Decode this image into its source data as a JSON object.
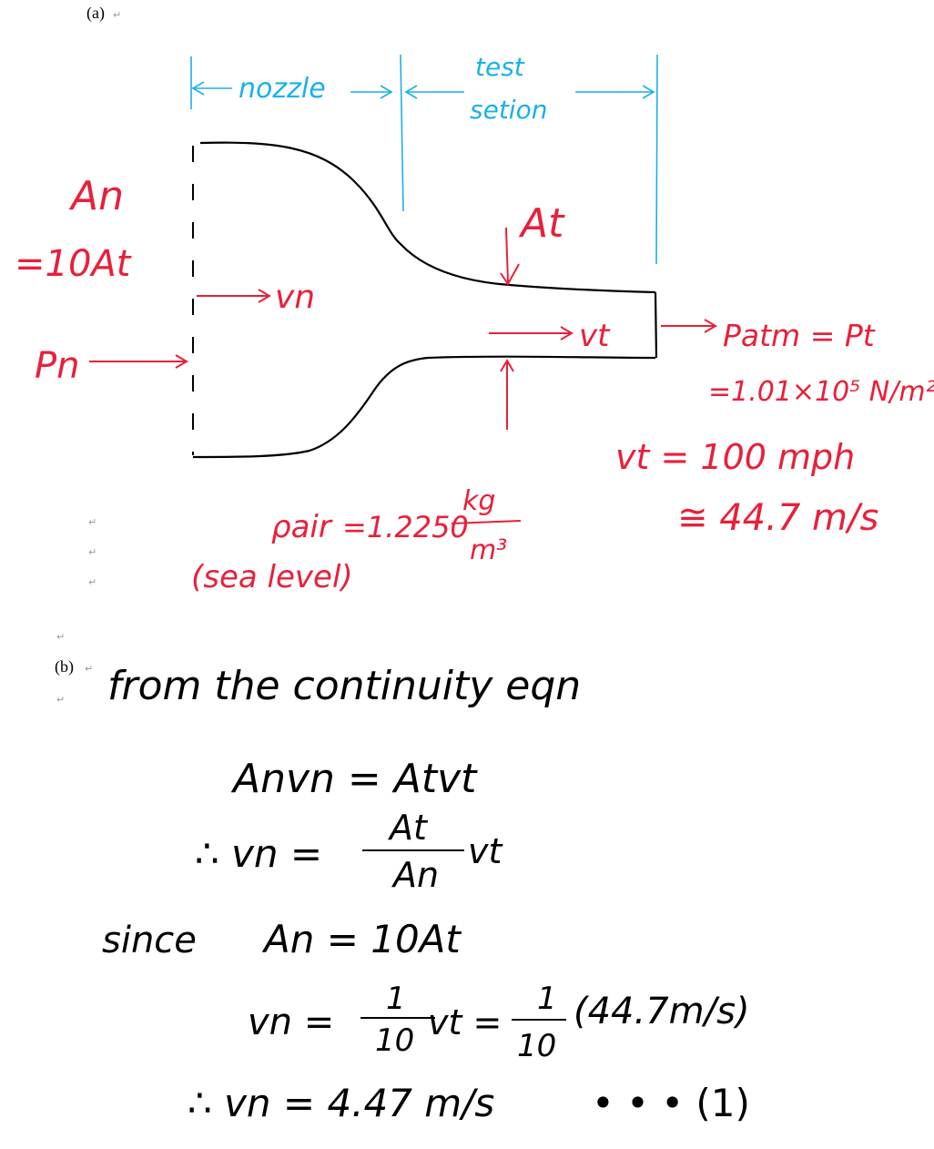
{
  "colors": {
    "ink": "#000000",
    "annotation_red": "#e8203a",
    "dimension_blue": "#1ab0ea",
    "return_mark": "#999999"
  },
  "part_a": {
    "label": "(a)",
    "nozzle_label": "nozzle",
    "test_label_1": "test",
    "test_label_2": "setion",
    "area_nozzle": "An",
    "area_relation": "=10At",
    "area_test": "At",
    "velocity_nozzle": "vn",
    "pressure_nozzle": "Pn",
    "velocity_test": "vt",
    "pressure_relation": "Patm = Pt",
    "pressure_value": "=1.01×10⁵ N/m²",
    "velocity_value_mph": "vt = 100 mph",
    "velocity_value_ms": "≅ 44.7 m/s",
    "density_symbol": "ρair",
    "density_value": "=1.2250",
    "density_unit_num": "kg",
    "density_unit_den": "m³",
    "density_note": "(sea level)"
  },
  "part_b": {
    "label": "(b)",
    "intro": "from the continuity eqn",
    "eq1": "Anvn = Atvt",
    "eq2_lhs": "∴ vn =",
    "eq2_num": "At",
    "eq2_den": "An",
    "eq2_tail": "vt",
    "since_word": "since",
    "since_expr": "An = 10At",
    "eq3_lhs": "vn =",
    "eq3_num1": "1",
    "eq3_den1": "10",
    "eq3_mid": "vt =",
    "eq3_num2": "1",
    "eq3_den2": "10",
    "eq3_tail": "(44.7m/s)",
    "result": "∴ vn = 4.47 m/s",
    "result_ref": "• • • (1)"
  },
  "return_mark": "↵"
}
